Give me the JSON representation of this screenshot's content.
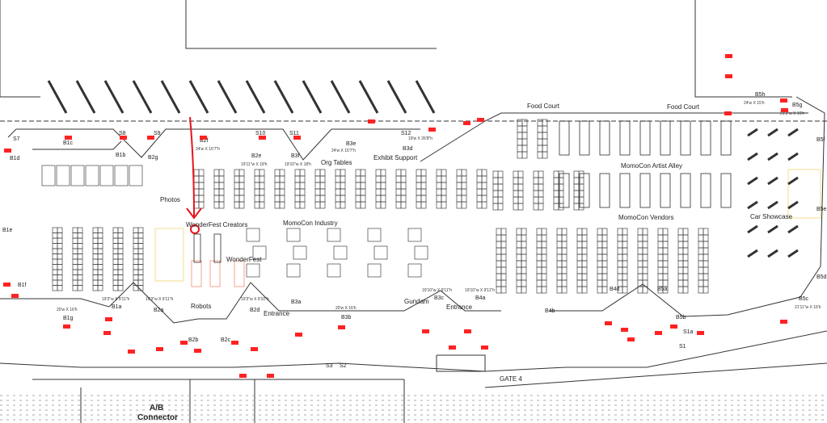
{
  "title": "MomoCon Exhibit Hall Floor Plan",
  "areas": {
    "food_court": "Food Court",
    "artist_alley": "MomoCon Artist Alley",
    "vendors": "MomoCon Vendors",
    "car_showcase": "Car Showcase",
    "industry": "MomoCon Industry",
    "wonderfest_creators": "WonderFest Creators",
    "wonderfest": "WonderFest",
    "photos": "Photos",
    "org_tables": "Org Tables",
    "exhibit_support": "Exhibit Support",
    "robots": "Robots",
    "entrance": "Entrance",
    "gundam": "Gundam",
    "gate": "GATE 4",
    "connector_1": "A/B",
    "connector_2": "Connector"
  },
  "rooms": [
    "B1c",
    "B1b",
    "B1d",
    "B1e",
    "B1f",
    "B2g",
    "B2f",
    "B2e",
    "B3f",
    "B3e",
    "B3d",
    "S7",
    "S8",
    "S9",
    "S10",
    "S11",
    "S12",
    "B1a",
    "B1g",
    "B2a",
    "B2d",
    "B3a",
    "B3b",
    "B3c",
    "B4a",
    "B4b",
    "B4d",
    "B5a",
    "B5b",
    "B5c",
    "S1a",
    "S1",
    "S3",
    "S2",
    "B2b",
    "B2c",
    "B5d",
    "B5e",
    "B5f",
    "B5g",
    "B5h"
  ],
  "dimensions": {
    "b2f": "24'w X 15'7\"h",
    "b2e": "19'11\"w X 18'h",
    "b3f": "19'10\"w X 18'h",
    "b3e": "24'w X 15'7\"h",
    "b3d": "19'w X 26'8\"h",
    "b1a": "19'3\"w X 9'11\"h",
    "b2a": "19'3\"w X 9'11\"h",
    "b2d": "19'3\"w X 9'10\"h",
    "b1g": "20'w X 16'h",
    "b3b": "20'w X 16'h",
    "b3c": "19'10\"w X 9'11\"h",
    "b4a": "19'10\"w X 9'11\"h",
    "b5c": "21'11\"w X 16'h",
    "b5g": "21'3\"w X 16'h",
    "b5h": "24'w X 15'h"
  },
  "colors": {
    "exit": "#ff2222",
    "annotation": "#e8141b",
    "booth_line": "#333333",
    "highlight": "#f0d060"
  }
}
